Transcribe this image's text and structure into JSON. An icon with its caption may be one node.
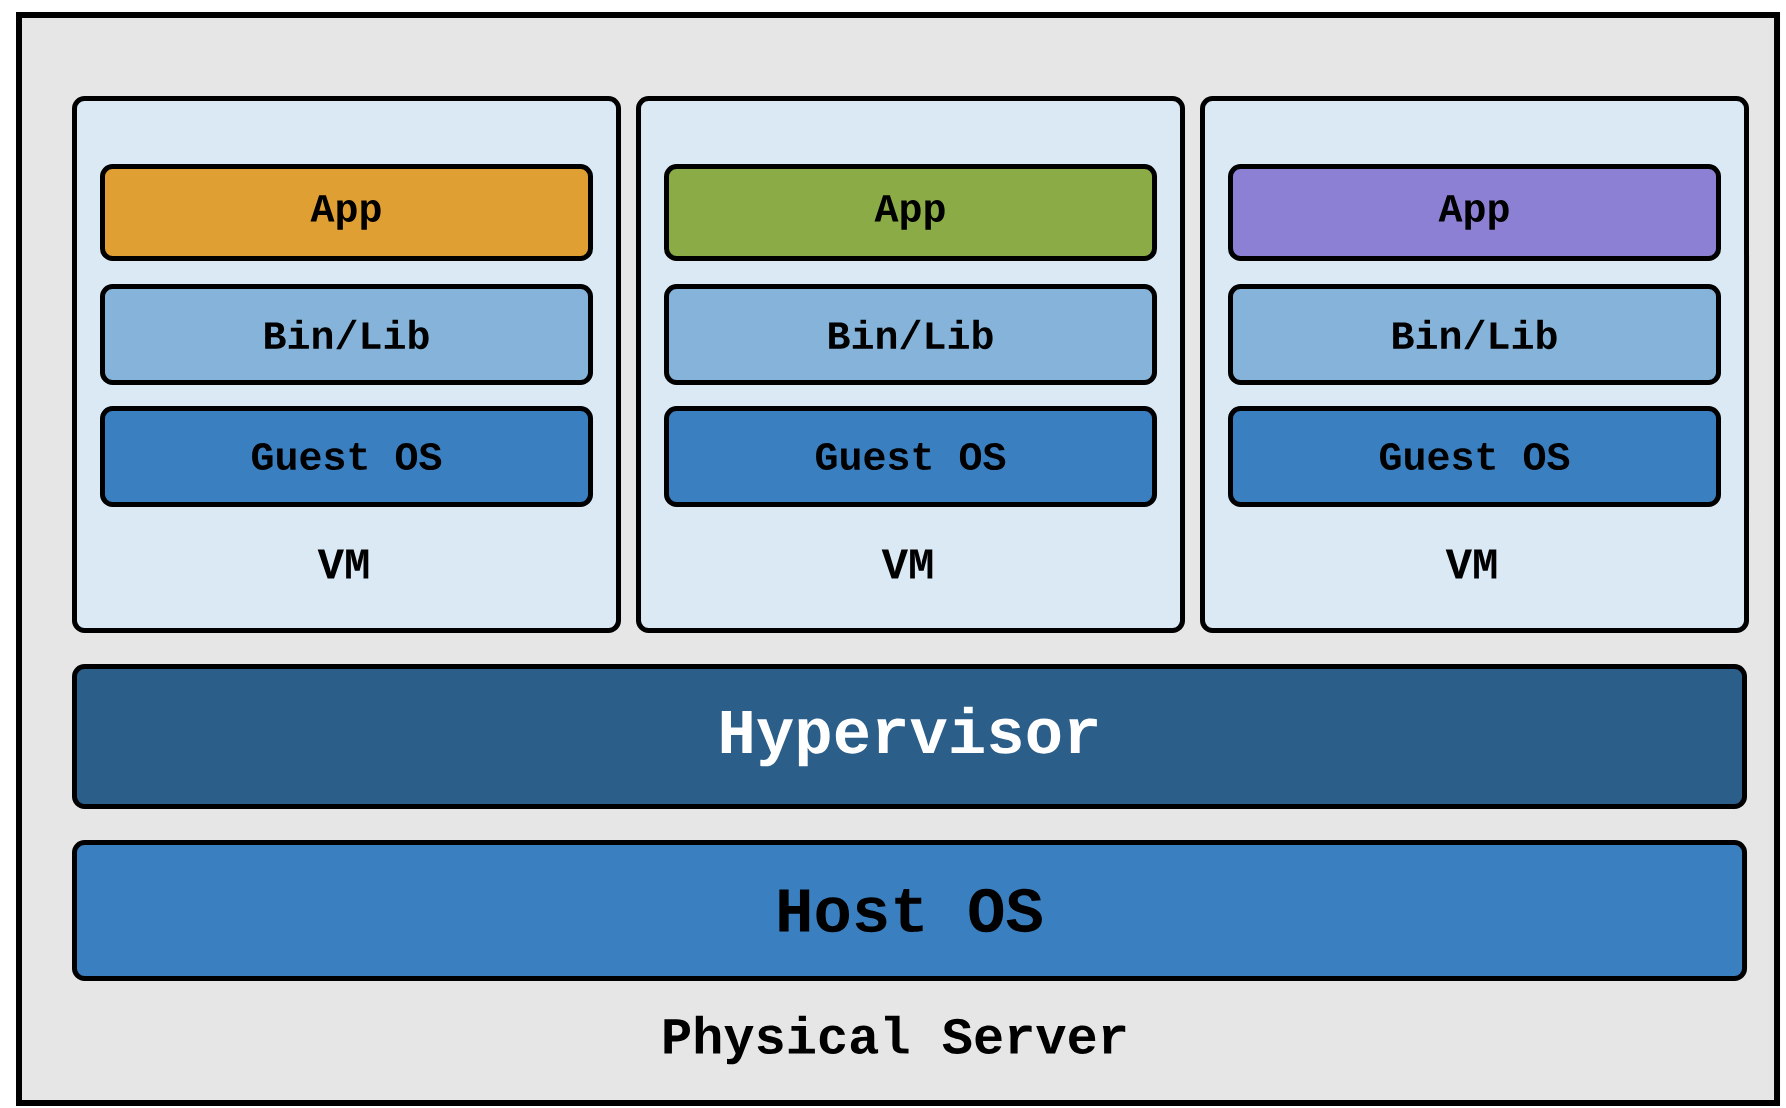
{
  "diagram": {
    "nodes": [
      {
        "text": [
          "Physical Server"
        ]
      },
      {
        "text": [
          "VM"
        ],
        "in": 0
      },
      {
        "text": [
          "App"
        ],
        "in": 1
      },
      {
        "text": [
          "Bin/Lib"
        ],
        "in": 1
      },
      {
        "text": [
          "Guest OS"
        ],
        "in": 1
      },
      {
        "text": [
          "VM"
        ],
        "in": 0
      },
      {
        "text": [
          "App"
        ],
        "in": 5
      },
      {
        "text": [
          "Bin/Lib"
        ],
        "in": 5
      },
      {
        "text": [
          "Guest OS"
        ],
        "in": 5
      },
      {
        "text": [
          "VM"
        ],
        "in": 0
      },
      {
        "text": [
          "App"
        ],
        "in": 9
      },
      {
        "text": [
          "Bin/Lib"
        ],
        "in": 9
      },
      {
        "text": [
          "Guest OS"
        ],
        "in": 9
      },
      {
        "text": [
          "Hypervisor"
        ],
        "in": 0
      },
      {
        "text": [
          "Host OS"
        ],
        "in": 0
      }
    ]
  }
}
